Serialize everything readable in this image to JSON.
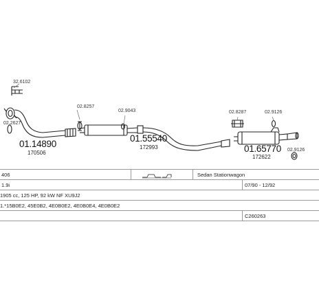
{
  "parts": {
    "p1": {
      "code": "32.6102"
    },
    "p2": {
      "code": "02.2627"
    },
    "p3": {
      "code": "01.14890",
      "ref": "170506"
    },
    "p4": {
      "code": "02.8257"
    },
    "p5": {
      "code": "02.9043"
    },
    "p6": {
      "code": "01.55540",
      "ref": "172993"
    },
    "p7": {
      "code": "02.8287"
    },
    "p8": {
      "code": "02.9126"
    },
    "p9": {
      "code": "01.65770",
      "ref": "172622"
    },
    "p10": {
      "code": "02.9126"
    }
  },
  "info": {
    "model": "406",
    "body_type": "Sedan Stationwagon",
    "engine": "1.9i",
    "years": "07/90 - 12/92",
    "specs": "1905 cc, 125 HP, 92 kW NF XU9J2",
    "engine_codes": "1.*15B0E2, 45E0B2, 4E0B0E2, 4E0B0E4, 4E0B0E2",
    "catalog_code": "C260263"
  }
}
